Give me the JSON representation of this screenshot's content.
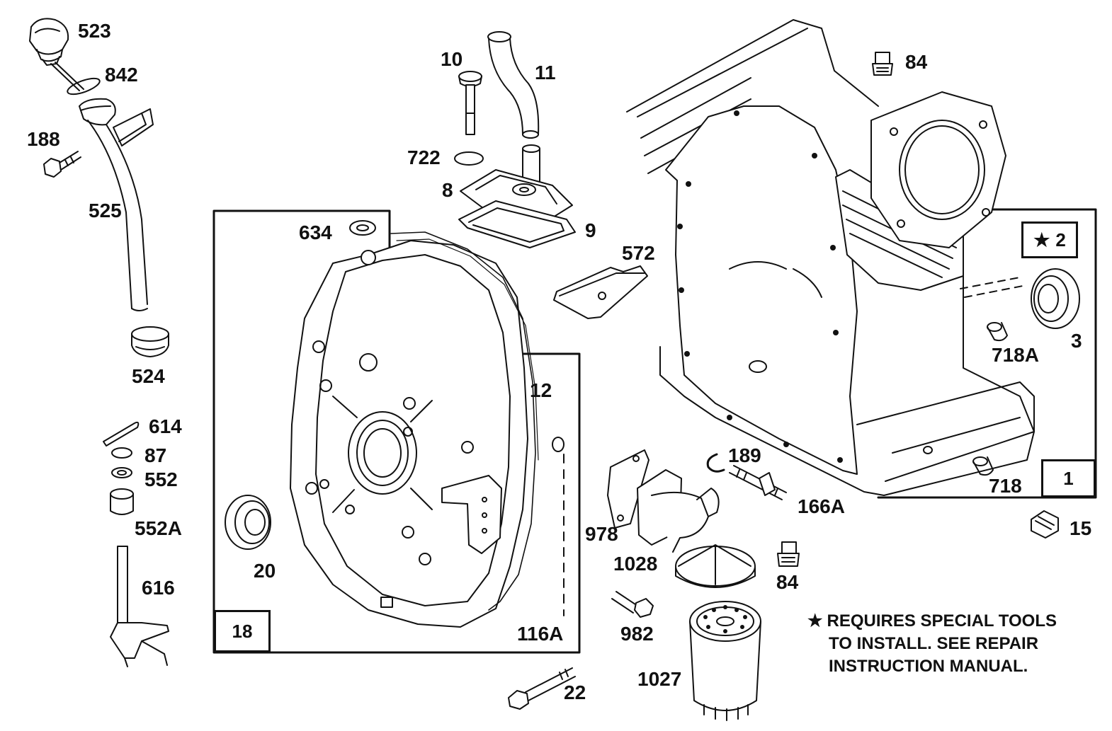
{
  "labels": {
    "p523": "523",
    "p842": "842",
    "p188": "188",
    "p525": "525",
    "p524": "524",
    "p614": "614",
    "p87": "87",
    "p552": "552",
    "p552a": "552A",
    "p616": "616",
    "p634": "634",
    "p10": "10",
    "p11": "11",
    "p722": "722",
    "p8": "8",
    "p9": "9",
    "p572": "572",
    "p84a": "84",
    "p2": "2",
    "p3": "3",
    "p718a": "718A",
    "p12": "12",
    "p20": "20",
    "p18": "18",
    "p116a": "116A",
    "p22": "22",
    "p189": "189",
    "p166a": "166A",
    "p978": "978",
    "p1028": "1028",
    "p84b": "84",
    "p982": "982",
    "p1027": "1027",
    "p718": "718",
    "p1": "1",
    "p15": "15"
  },
  "note": {
    "star": "★",
    "line1": "REQUIRES SPECIAL TOOLS",
    "line2": "TO INSTALL.  SEE REPAIR",
    "line3": "INSTRUCTION MANUAL."
  }
}
